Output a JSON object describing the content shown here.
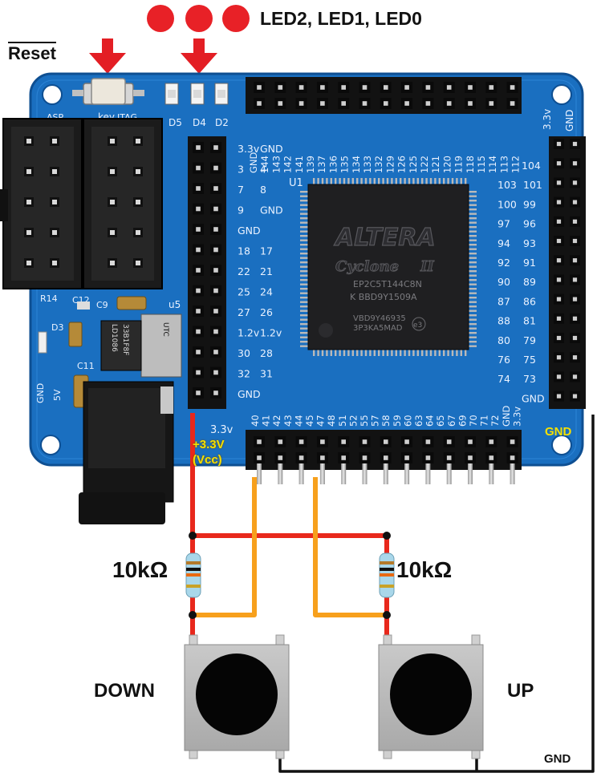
{
  "labels": {
    "reset": "Reset",
    "leds": "LED2, LED1, LED0",
    "vcc_line1": "+3.3V",
    "vcc_line2": "(Vcc)",
    "gnd_right": "GND",
    "gnd_bottom": "GND",
    "resistor_left": "10kΩ",
    "resistor_right": "10kΩ",
    "button_down": "DOWN",
    "button_up": "UP"
  },
  "board": {
    "chip_brand": "ALTERA",
    "chip_family": "Cyclone",
    "chip_family_suffix": "II",
    "chip_part": "EP2C5T144C8N",
    "chip_code": "K BBD9Y1509A",
    "chip_lot1": "VBD9Y46935",
    "chip_lot2": "3P3KA5MAD",
    "chip_e3": "e3",
    "u1": "U1",
    "key": "key",
    "jtag": "JTAG",
    "asp": "ASP",
    "led_refs": [
      "D5",
      "D4",
      "D2"
    ],
    "left_pins": [
      [
        "3.3v",
        "GND"
      ],
      [
        "3",
        "4"
      ],
      [
        "7",
        "8"
      ],
      [
        "9",
        "GND"
      ],
      [
        "GND",
        ""
      ],
      [
        "18",
        "17"
      ],
      [
        "22",
        "21"
      ],
      [
        "25",
        "24"
      ],
      [
        "27",
        "26"
      ],
      [
        "1.2v",
        "1.2v"
      ],
      [
        "30",
        "28"
      ],
      [
        "32",
        "31"
      ],
      [
        "GND",
        ""
      ]
    ],
    "left_bottom": "3.3v",
    "top_pins": [
      "GND",
      "144",
      "143",
      "142",
      "141",
      "139",
      "137",
      "136",
      "135",
      "134",
      "133",
      "132",
      "129",
      "126",
      "125",
      "122",
      "121",
      "120",
      "119",
      "118",
      "115",
      "114",
      "113",
      "112"
    ],
    "right_pins": [
      [
        "104",
        ""
      ],
      [
        "103",
        "101"
      ],
      [
        "100",
        "99"
      ],
      [
        "97",
        "96"
      ],
      [
        "94",
        "93"
      ],
      [
        "92",
        "91"
      ],
      [
        "90",
        "89"
      ],
      [
        "87",
        "86"
      ],
      [
        "88",
        "81"
      ],
      [
        "80",
        "79"
      ],
      [
        "76",
        "75"
      ],
      [
        "74",
        "73"
      ],
      [
        "GND",
        ""
      ]
    ],
    "right_top": [
      "3.3v",
      "GND"
    ],
    "bottom_pins": [
      "40",
      "41",
      "42",
      "43",
      "44",
      "45",
      "47",
      "48",
      "51",
      "52",
      "55",
      "57",
      "58",
      "59",
      "60",
      "63",
      "64",
      "65",
      "67",
      "69",
      "70",
      "71",
      "72",
      "GND",
      "3.3v"
    ],
    "component_refs": {
      "r14": "R14",
      "c12": "C12",
      "c9": "C9",
      "u5": "u5",
      "d3": "D3",
      "c11": "C11",
      "gnd": "GND",
      "v5": "5V",
      "reg1": "UTC",
      "reg2": "LD1086",
      "reg3": "33B1F8F"
    }
  },
  "colors": {
    "board": "#1a6fc0",
    "board_dark": "#0f5aa3",
    "chip": "#1f1f21",
    "led_dot": "#e82127",
    "arrow": "#e31e24",
    "wire_vcc": "#e8281c",
    "wire_signal": "#f7a01c",
    "wire_gnd": "#111111",
    "vcc_text": "#f5e000"
  }
}
